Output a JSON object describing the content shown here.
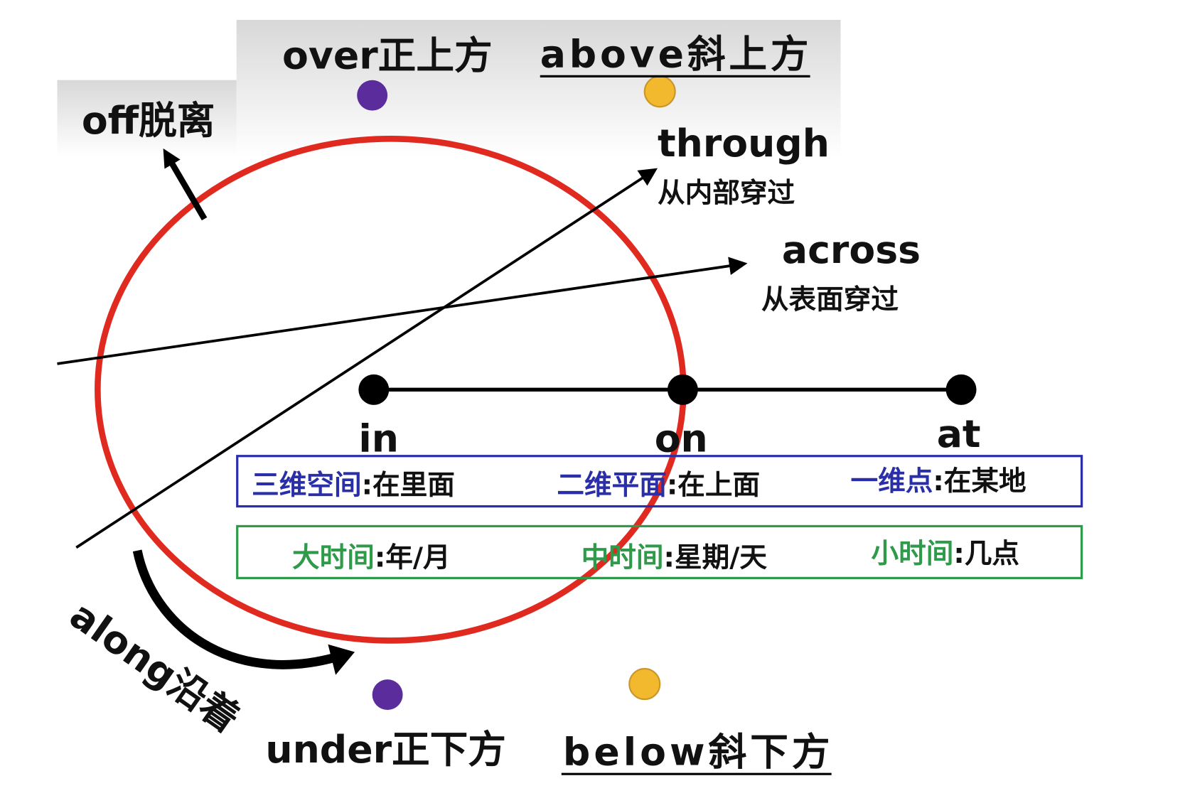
{
  "labels": {
    "over": "over正上方",
    "above": "above斜上方",
    "off": "off脱离",
    "through": "through",
    "through_cn": "从内部穿过",
    "across": "across",
    "across_cn": "从表面穿过",
    "in": "in",
    "on": "on",
    "at": "at",
    "along": "along沿着",
    "under": "under正下方",
    "below": "below斜下方"
  },
  "space_box": [
    {
      "term": "三维空间",
      "desc": ":在里面"
    },
    {
      "term": "二维平面",
      "desc": ":在上面"
    },
    {
      "term": "一维点",
      "desc": ":在某地"
    }
  ],
  "time_box": [
    {
      "term": "大时间",
      "desc": ":年/月"
    },
    {
      "term": "中时间",
      "desc": ":星期/天"
    },
    {
      "term": "小时间",
      "desc": ":几点"
    }
  ],
  "colors": {
    "circle": "#e02a20",
    "space": "#2a2fa8",
    "time": "#2e9a4a",
    "purple": "#5b2d9c",
    "yellow": "#f2b92e"
  }
}
